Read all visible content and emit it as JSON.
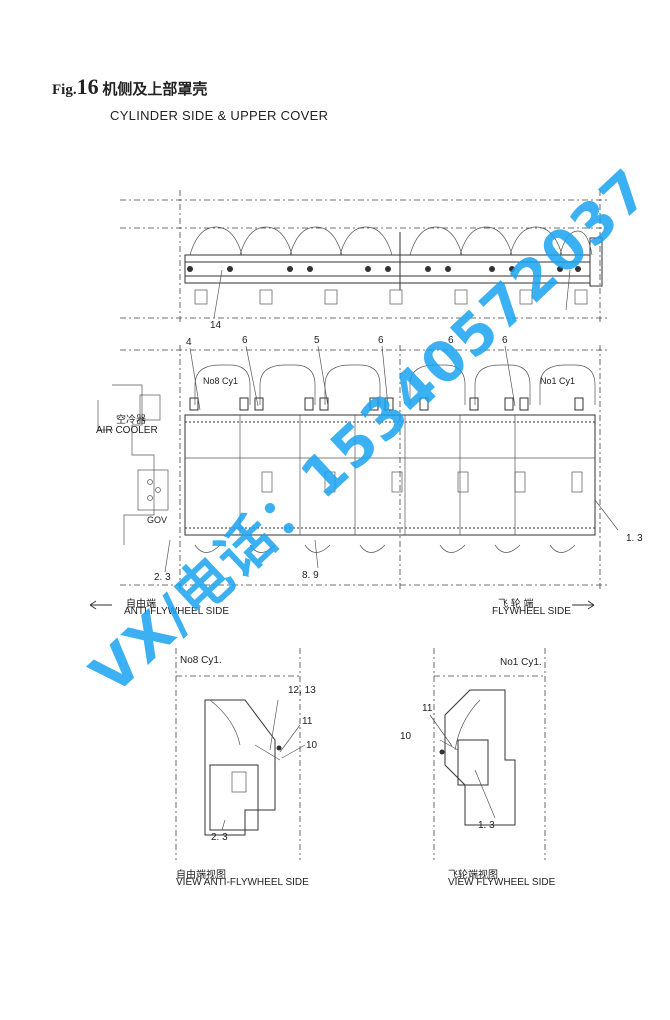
{
  "figure": {
    "prefix": "Fig.",
    "number": "16",
    "title_cn": "机侧及上部罩壳",
    "title_en": "CYLINDER SIDE & UPPER COVER"
  },
  "labels": {
    "top_14": "14",
    "mid_4": "4",
    "mid_6a": "6",
    "mid_5": "5",
    "mid_6b": "6",
    "mid_6c": "6",
    "mid_6d": "6",
    "no8_cyl": "No8 Cy1",
    "no1_cyl": "No1 Cy1",
    "air_cooler_cn": "空冷器",
    "air_cooler_en": "AIR COOLER",
    "gov": "GOV",
    "label_23": "2. 3",
    "label_89": "8. 9",
    "label_13_right": "1. 3",
    "anti_cn": "自由端",
    "anti_en": "ANTI-FLYWHEEL SIDE",
    "fly_cn": "飞 轮 端",
    "fly_en": "FLYWHEEL SIDE",
    "left_no8": "No8  Cy1.",
    "right_no1": "No1  Cy1.",
    "l_1213": "12, 13",
    "l_11": "11",
    "l_10": "10",
    "l_23_bottom": "2. 3",
    "r_11": "11",
    "r_10": "10",
    "r_13": "1. 3",
    "view_anti_cn": "自由端视图",
    "view_anti_en": "VIEW  ANTI-FLYWHEEL SIDE",
    "view_fly_cn": "飞轮端视图",
    "view_fly_en": "VIEW  FLYWHEEL SIDE"
  },
  "watermark": {
    "text": "VX/电话：15340572037",
    "color": "#1aa3f0"
  }
}
